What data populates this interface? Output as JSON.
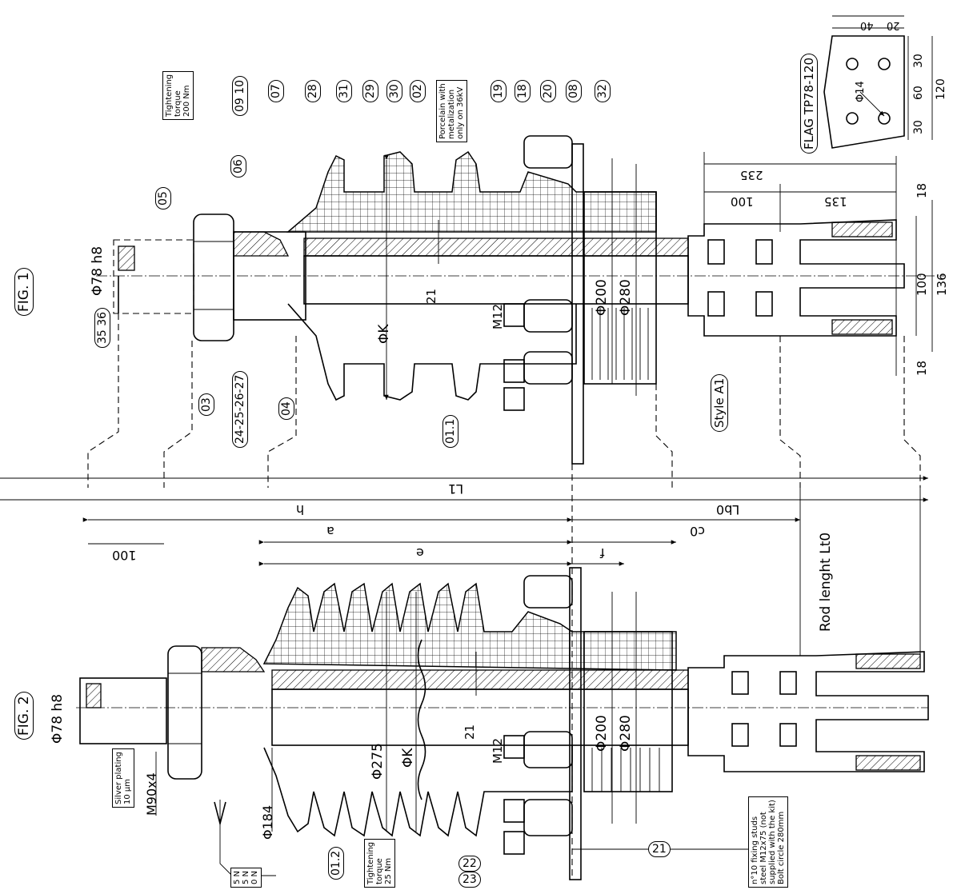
{
  "fig1": {
    "label": "FIG. 1",
    "style": "Style A1",
    "diameters": {
      "terminal": "Φ78 h8",
      "k": "ΦK",
      "d200": "Φ200",
      "d280": "Φ280"
    },
    "thread": "M12",
    "dim_21": "21",
    "flag": {
      "title": "FLAG TP78-120",
      "hole": "Φ14",
      "dims": [
        "40",
        "20",
        "30",
        "60",
        "30",
        "120"
      ]
    },
    "right_dims": {
      "d235": "235",
      "d135": "135",
      "d100a": "100",
      "d18a": "18",
      "d100b": "100",
      "d136": "136",
      "d18b": "18"
    },
    "note_porcelain": [
      "Porcelain with",
      "metalization",
      "only on 36kV"
    ],
    "note_torque": [
      "Tightening",
      "torque",
      "200 Nm"
    ],
    "parts": {
      "p05": "05",
      "p06": "06",
      "p0910": "09 10",
      "p07": "07",
      "p28": "28",
      "p31": "31",
      "p29": "29",
      "p30": "30",
      "p02": "02",
      "p19": "19",
      "p18": "18",
      "p20": "20",
      "p08": "08",
      "p32": "32",
      "p3536": "35 36",
      "p03": "03",
      "p24": "24-25-26-27",
      "p04": "04",
      "p011": "01.1"
    }
  },
  "fig2": {
    "label": "FIG. 2",
    "diameters": {
      "terminal": "Φ78 h8",
      "d184": "Φ184",
      "d275": "Φ275",
      "k": "ΦK",
      "d200": "Φ200",
      "d280": "Φ280"
    },
    "thread": "M90x4",
    "thread2": "M12",
    "dim_21": "21",
    "note_plating": [
      "Silver plating",
      "10 µm"
    ],
    "note_torque": [
      "Tightening",
      "torque",
      "25 Nm"
    ],
    "note_studs": [
      "n°10 fixing studs",
      "steel M12x75 (not",
      "supplied with the kit)",
      "Bolt circle 280mm"
    ],
    "rod_length": "Rod lenght Lt0",
    "parts": {
      "p012": "01.2",
      "p22": "22",
      "p23": "23",
      "p21": "21"
    },
    "legend_fragment": [
      "5 N",
      "5 N",
      "0 N"
    ]
  },
  "dims": {
    "L1": "L1",
    "h": "h",
    "a": "a",
    "e": "e",
    "Lb0": "Lb0",
    "c0": "c0",
    "f": "f",
    "d100": "100"
  }
}
